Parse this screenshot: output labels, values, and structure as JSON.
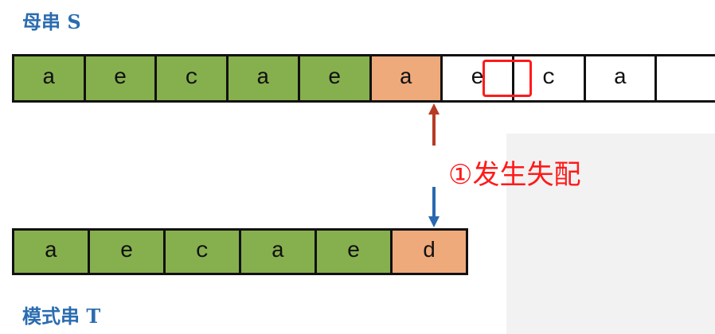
{
  "main_label": "母串 S",
  "pattern_label": "模式串 T",
  "main_string": [
    {
      "ch": "a",
      "state": "match"
    },
    {
      "ch": "e",
      "state": "match"
    },
    {
      "ch": "c",
      "state": "match"
    },
    {
      "ch": "a",
      "state": "match"
    },
    {
      "ch": "e",
      "state": "match"
    },
    {
      "ch": "a",
      "state": "mismatch"
    },
    {
      "ch": "e",
      "state": "none"
    },
    {
      "ch": "c",
      "state": "none"
    },
    {
      "ch": "a",
      "state": "none"
    },
    {
      "ch": "",
      "state": "none"
    }
  ],
  "pattern_string": [
    {
      "ch": "a",
      "state": "match"
    },
    {
      "ch": "e",
      "state": "match"
    },
    {
      "ch": "c",
      "state": "match"
    },
    {
      "ch": "a",
      "state": "match"
    },
    {
      "ch": "e",
      "state": "match"
    },
    {
      "ch": "d",
      "state": "mismatch"
    }
  ],
  "annotation": "①发生失配",
  "colors": {
    "match": "#86b04e",
    "mismatch": "#efaa7c",
    "label": "#2a6cb0",
    "note": "#ff1a1a",
    "up_arrow": "#b83a24",
    "down_arrow": "#2a68b0"
  }
}
